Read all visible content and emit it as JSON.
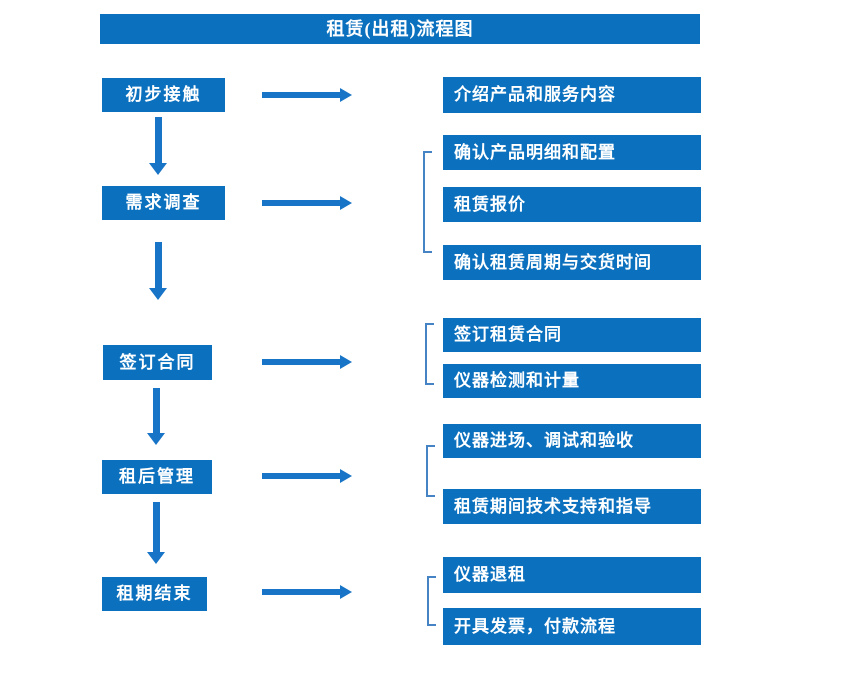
{
  "title": "租赁(出租)流程图",
  "colors": {
    "box_fill": "#0b70be",
    "arrow": "#1774c6",
    "bracket": "#4583c5",
    "text": "#ffffff",
    "background": "#ffffff"
  },
  "steps": [
    {
      "label": "初步接触",
      "outputs": [
        "介绍产品和服务内容"
      ]
    },
    {
      "label": "需求调查",
      "outputs": [
        "确认产品明细和配置",
        "租赁报价",
        "确认租赁周期与交货时间"
      ]
    },
    {
      "label": "签订合同",
      "outputs": [
        "签订租赁合同",
        "仪器检测和计量"
      ]
    },
    {
      "label": "租后管理",
      "outputs": [
        "仪器进场、调试和验收",
        "租赁期间技术支持和指导"
      ]
    },
    {
      "label": "租期结束",
      "outputs": [
        "仪器退租",
        "开具发票，付款流程"
      ]
    }
  ]
}
